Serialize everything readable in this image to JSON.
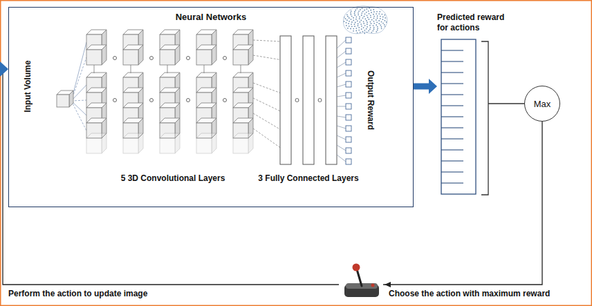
{
  "diagram": {
    "nodes": [
      {
        "text": [
          "Neural Networks"
        ]
      },
      {
        "text": [
          "Predicted reward for actions"
        ]
      },
      {
        "text": [
          "Max"
        ]
      }
    ],
    "edges": [
      {
        "from": 0,
        "to": 1,
        "arrow": "to"
      },
      {
        "from": 2,
        "to": 0,
        "arrow": "to",
        "label": "Choose the action with maximum reward"
      }
    ],
    "labels": [
      "Input Volume",
      "5 3D Convolutional Layers",
      "3 Fully Connected Layers",
      "Output Reward",
      "Perform the action to update image"
    ]
  }
}
